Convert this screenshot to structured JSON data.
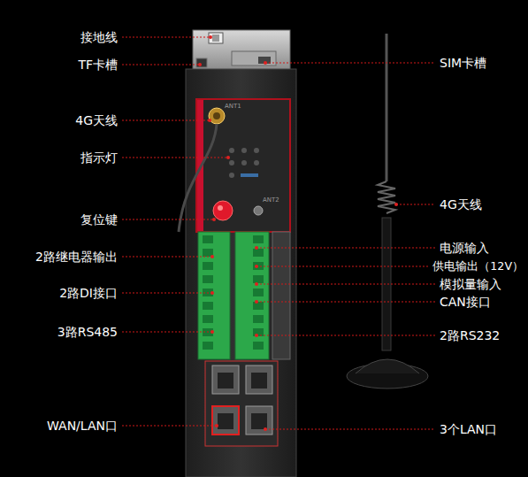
{
  "diagram": {
    "labels": [
      "接地线",
      "TF卡槽",
      "4G天线",
      "指示灯",
      "复位键",
      "2路继电器输出",
      "2路DI接口",
      "3路RS485",
      "WAN/LAN口",
      "SIM卡槽",
      "4G天线",
      "电源输入",
      "供电输出（12V）",
      "模拟量输入",
      "CAN接口",
      "2路RS232",
      "3个LAN口",
      "ANT1",
      "ANT2"
    ]
  }
}
